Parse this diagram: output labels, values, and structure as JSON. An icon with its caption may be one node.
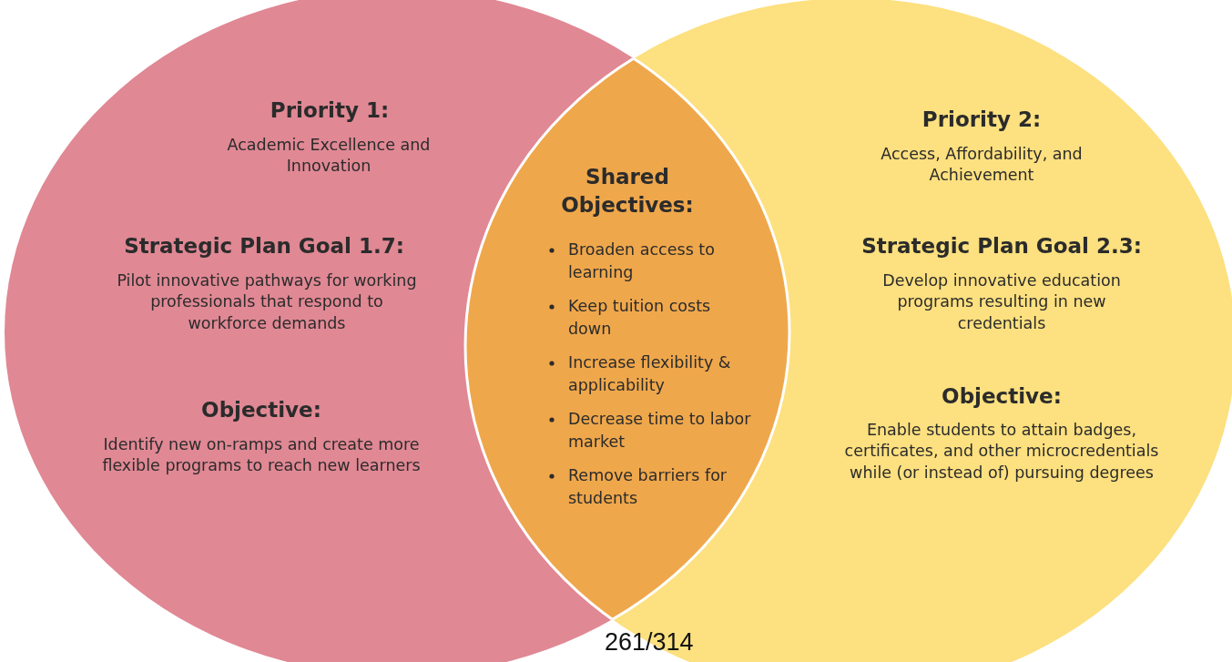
{
  "diagram": {
    "nodes": [
      {
        "text": [
          "Priority 1:",
          "Academic Excellence and Innovation",
          "Strategic Plan Goal 1.7:",
          "Pilot innovative pathways for working professionals that respond to workforce demands",
          "Objective:",
          "Identify new on-ramps and create more flexible programs to reach new learners"
        ]
      },
      {
        "text": [
          "Priority 2:",
          "Access, Affordability, and Achievement",
          "Strategic Plan Goal 2.3:",
          "Develop innovative education programs resulting in new credentials",
          "Objective:",
          "Enable students to attain badges, certificates, and other microcredentials while (or instead of) pursuing degrees"
        ]
      },
      {
        "text": [
          "Shared Objectives:",
          "Broaden access to learning",
          "Keep tuition costs down",
          "Increase flexibility & applicability",
          "Decrease time to labor market",
          "Remove barriers for students"
        ]
      }
    ],
    "edges": [],
    "labels": [
      "261/314"
    ]
  }
}
